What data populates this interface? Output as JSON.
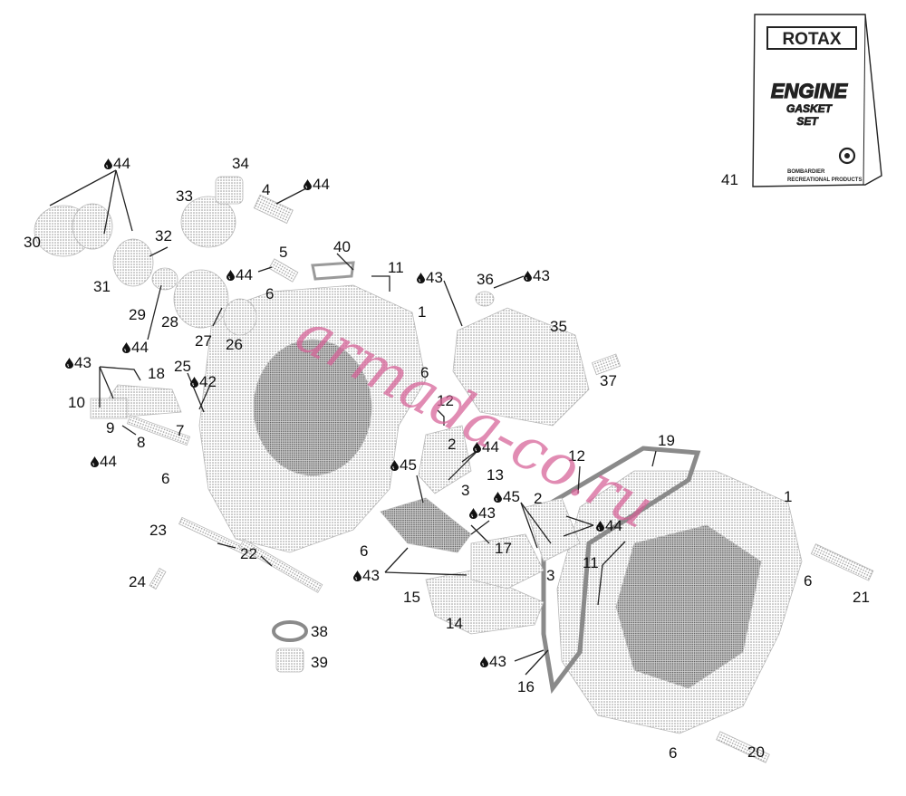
{
  "callouts": [
    {
      "text": "44",
      "drop": true
    },
    {
      "text": "34",
      "drop": false
    },
    {
      "text": "33",
      "drop": false
    },
    {
      "text": "4",
      "drop": false
    },
    {
      "text": "44",
      "drop": true
    },
    {
      "text": "30",
      "drop": false
    },
    {
      "text": "32",
      "drop": false
    },
    {
      "text": "31",
      "drop": false
    },
    {
      "text": "5",
      "drop": false
    },
    {
      "text": "40",
      "drop": false
    },
    {
      "text": "11",
      "drop": false
    },
    {
      "text": "44",
      "drop": true
    },
    {
      "text": "6",
      "drop": false
    },
    {
      "text": "29",
      "drop": false
    },
    {
      "text": "28",
      "drop": false
    },
    {
      "text": "27",
      "drop": false
    },
    {
      "text": "26",
      "drop": false
    },
    {
      "text": "44",
      "drop": true
    },
    {
      "text": "43",
      "drop": true
    },
    {
      "text": "36",
      "drop": false
    },
    {
      "text": "43",
      "drop": true
    },
    {
      "text": "1",
      "drop": false
    },
    {
      "text": "35",
      "drop": false
    },
    {
      "text": "43",
      "drop": true
    },
    {
      "text": "18",
      "drop": false
    },
    {
      "text": "25",
      "drop": false
    },
    {
      "text": "42",
      "drop": true
    },
    {
      "text": "10",
      "drop": false
    },
    {
      "text": "9",
      "drop": false
    },
    {
      "text": "7",
      "drop": false
    },
    {
      "text": "8",
      "drop": false
    },
    {
      "text": "44",
      "drop": true
    },
    {
      "text": "6",
      "drop": false
    },
    {
      "text": "6",
      "drop": false
    },
    {
      "text": "12",
      "drop": false
    },
    {
      "text": "37",
      "drop": false
    },
    {
      "text": "2",
      "drop": false
    },
    {
      "text": "44",
      "drop": true
    },
    {
      "text": "45",
      "drop": true
    },
    {
      "text": "13",
      "drop": false
    },
    {
      "text": "3",
      "drop": false
    },
    {
      "text": "12",
      "drop": false
    },
    {
      "text": "19",
      "drop": false
    },
    {
      "text": "45",
      "drop": true
    },
    {
      "text": "2",
      "drop": false
    },
    {
      "text": "1",
      "drop": false
    },
    {
      "text": "43",
      "drop": true
    },
    {
      "text": "44",
      "drop": true
    },
    {
      "text": "17",
      "drop": false
    },
    {
      "text": "23",
      "drop": false
    },
    {
      "text": "22",
      "drop": false
    },
    {
      "text": "6",
      "drop": false
    },
    {
      "text": "43",
      "drop": true
    },
    {
      "text": "3",
      "drop": false
    },
    {
      "text": "11",
      "drop": false
    },
    {
      "text": "24",
      "drop": false
    },
    {
      "text": "15",
      "drop": false
    },
    {
      "text": "6",
      "drop": false
    },
    {
      "text": "21",
      "drop": false
    },
    {
      "text": "38",
      "drop": false
    },
    {
      "text": "14",
      "drop": false
    },
    {
      "text": "39",
      "drop": false
    },
    {
      "text": "43",
      "drop": true
    },
    {
      "text": "16",
      "drop": false
    },
    {
      "text": "6",
      "drop": false
    },
    {
      "text": "20",
      "drop": false
    },
    {
      "text": "41",
      "drop": false
    }
  ],
  "kit": {
    "brand": "ROTAX",
    "line1": "ENGINE",
    "line2": "GASKET",
    "line3": "SET",
    "footer1": "BOMBARDIER",
    "footer2": "RECREATIONAL PRODUCTS"
  },
  "watermark": "armada-co.ru",
  "colors": {
    "ink": "#111111",
    "parts_shading": "#9a9a9a",
    "watermark": "#d66096"
  }
}
